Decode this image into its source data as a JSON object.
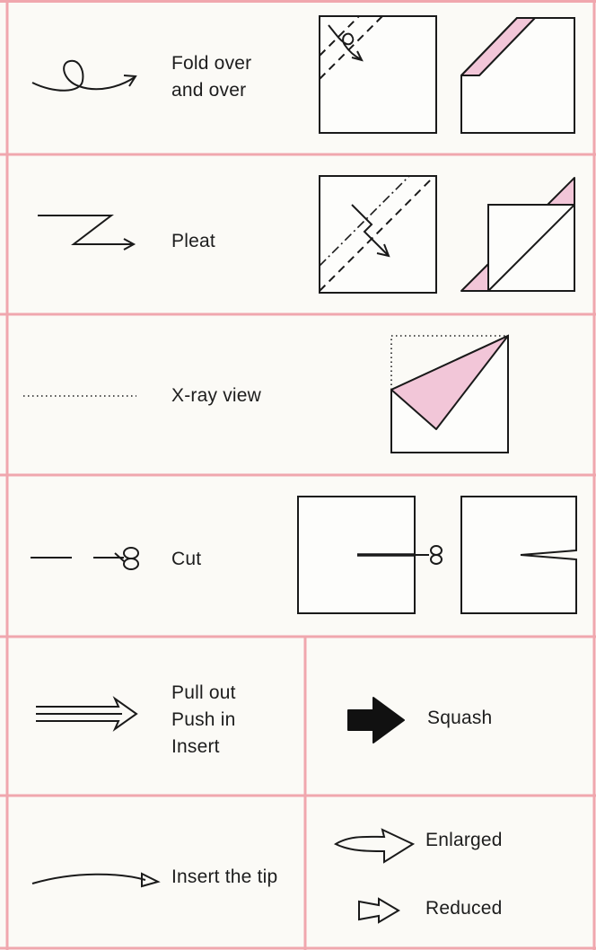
{
  "colors": {
    "grid_lines": "#f0a7ae",
    "paper": "#fbfaf6",
    "color_side": "#f2c6d8",
    "ink": "#1a1a1a"
  },
  "rows": [
    {
      "id": "fold-over-and-over",
      "label": "Fold over\nand over",
      "symbol": "looped-arrow"
    },
    {
      "id": "pleat",
      "label": "Pleat",
      "symbol": "zigzag-arrow"
    },
    {
      "id": "x-ray-view",
      "label": "X-ray view",
      "symbol": "dotted-line"
    },
    {
      "id": "cut",
      "label": "Cut",
      "symbol": "scissors-line"
    },
    {
      "id": "pull-push-insert",
      "label": "Pull out\nPush in\nInsert",
      "symbol": "hollow-arrow",
      "right_label": "Squash",
      "right_symbol": "solid-black-arrow"
    },
    {
      "id": "insert-tip",
      "label": "Insert the tip",
      "symbol": "long-arrow-open-head",
      "right_items": [
        {
          "label": "Enlarged",
          "symbol": "large-hollow-arrow"
        },
        {
          "label": "Reduced",
          "symbol": "small-hollow-arrow"
        }
      ]
    }
  ]
}
